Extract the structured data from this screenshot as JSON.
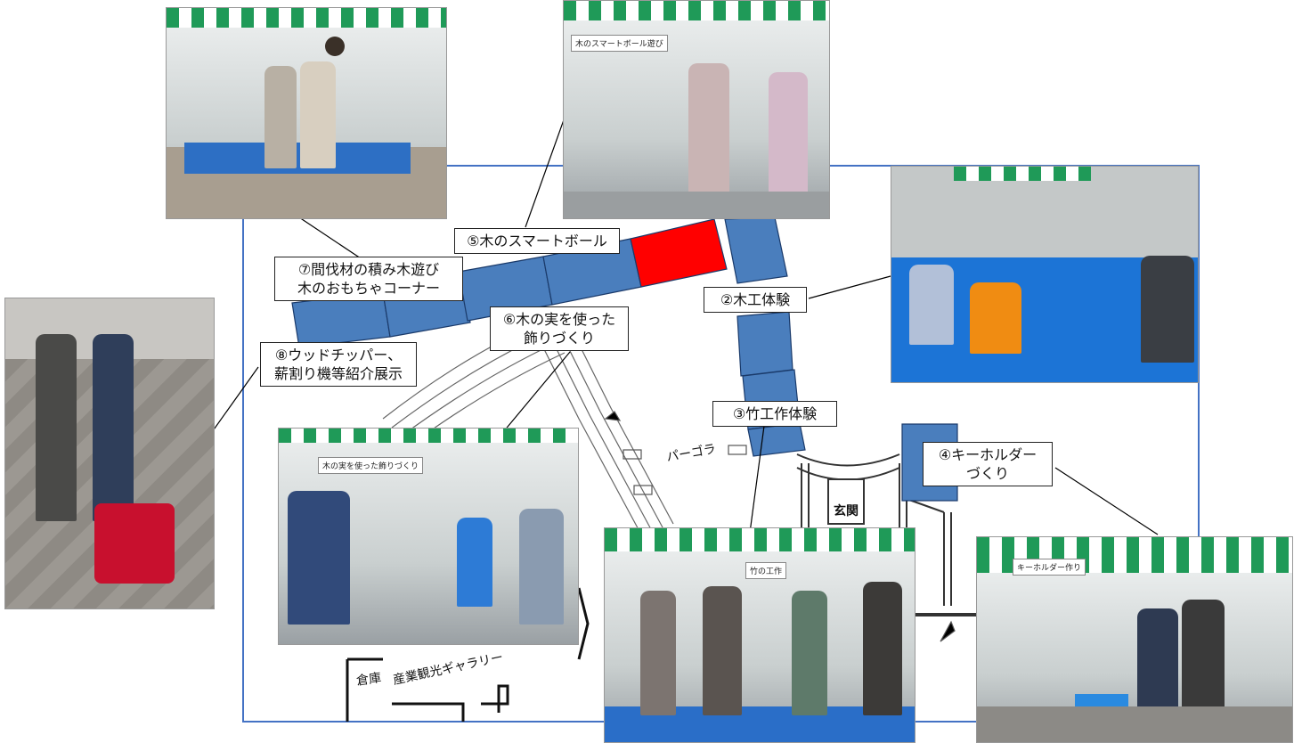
{
  "labels": {
    "smart_ball": "⑤木のスマートボール",
    "tsumiki_line1": "⑦間伐材の積み木遊び",
    "tsumiki_line2": "木のおもちゃコーナー",
    "mokko": "②木工体験",
    "kinomi_line1": "⑥木の実を使った",
    "kinomi_line2": "飾りづくり",
    "chipper_line1": "⑧ウッドチッパー、",
    "chipper_line2": "薪割り機等紹介展示",
    "chikko": "③竹工作体験",
    "keyholder_line1": "④キーホルダー",
    "keyholder_line2": "づくり"
  },
  "map_text": {
    "pergola": "パーゴラ",
    "entrance": "玄関",
    "warehouse": "倉庫",
    "gallery": "産業観光ギャラリー"
  },
  "photo_signs": {
    "smart_ball": "木のスマートボール遊び",
    "kinomi": "木の実を使った飾りづくり",
    "chikko": "竹の工作",
    "keyholder": "キーホルダー作り"
  },
  "colors": {
    "booth_blue": "#4a7ebd",
    "booth_red": "#ff0000",
    "frame_blue": "#4472c4",
    "tent_green": "#1f9a58"
  }
}
